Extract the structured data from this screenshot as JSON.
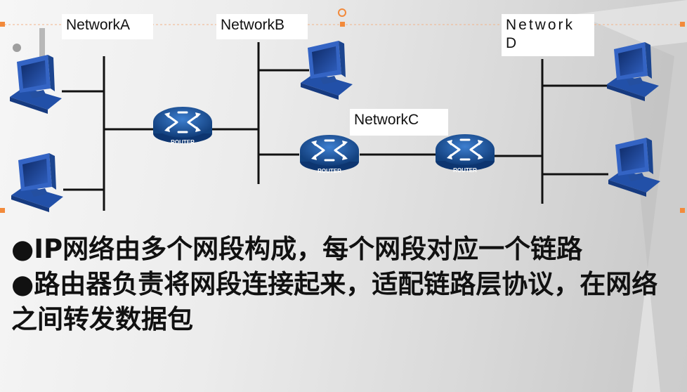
{
  "networks": {
    "a": "NetworkA",
    "b": "NetworkB",
    "c": "NetworkC",
    "d": "Network D"
  },
  "router_label": "ROUTER",
  "bullets": [
    "●IP网络由多个网段构成，每个网段对应一个链路",
    "●路由器负责将网段连接起来，适配链路层协议，在网络之间转发数据包"
  ],
  "colors": {
    "router_blue": "#1f5aa8",
    "computer_blue": "#2a56b5",
    "line": "#111111"
  },
  "icons": [
    "computer-icon",
    "router-icon"
  ]
}
